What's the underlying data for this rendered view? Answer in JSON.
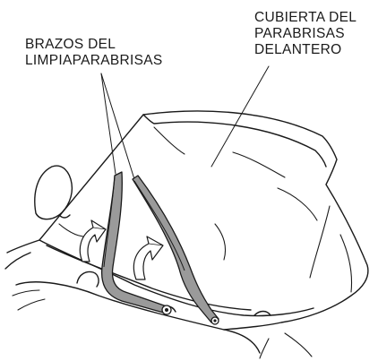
{
  "labels": {
    "wiper_arms": [
      "BRAZOS DEL",
      "LIMPIAPARABRISAS"
    ],
    "cover": [
      "CUBIERTA DEL",
      "PARABRISAS",
      "DELANTERO"
    ]
  },
  "colors": {
    "ink": "#1a1a1a",
    "arm_fill": "#9a9a9a",
    "background": "#ffffff"
  }
}
